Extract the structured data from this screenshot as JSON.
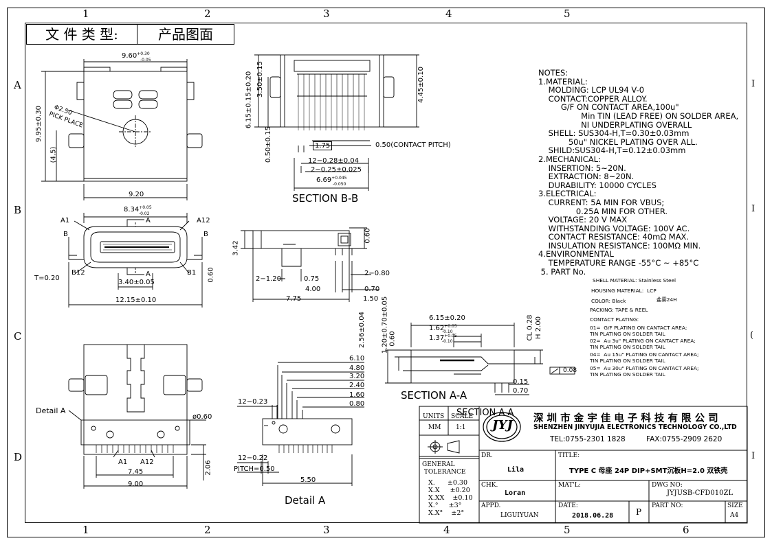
{
  "doc_type": {
    "label": "文 件 类 型:",
    "value": "产品图面"
  },
  "grid": {
    "cols": [
      "1",
      "2",
      "3",
      "4",
      "5",
      "6"
    ],
    "rows": [
      "A",
      "B",
      "C",
      "D"
    ]
  },
  "sections": {
    "bb": "SECTION B-B",
    "aa": "SECTION A-A",
    "detail": "Detail A",
    "detail_label": "Detail A",
    "overlap": "SECTION A-A"
  },
  "dims": {
    "top_w": "9.60",
    "top_w_tol1": "+0.30",
    "top_w_tol2": "-0.05",
    "pick_hole": "Φ2.50",
    "pick_place": "PICK PLACE",
    "height_995": "9.95±0.30",
    "h45": "(4.5)",
    "w920": "9.20",
    "w834": "8.34",
    "w834_tol1": "+0.05",
    "w834_tol2": "-0.02",
    "a1": "A1",
    "a12": "A12",
    "b12": "B12",
    "b1": "B1",
    "a_mark": "A",
    "b_mark": "B",
    "t020": "T=0.20",
    "w340": "3.40±0.05",
    "h060": "0.60",
    "w1215": "12.15±0.10",
    "bb_615": "6.15±0.15±0.20",
    "bb_350": "3.50±0.15",
    "bb_050": "0.50±0.15",
    "bb_445": "4.45±0.10",
    "bb_175": "1.75",
    "bb_pitch": "0.50(CONTACT PITCH)",
    "bb_12": "12−0.28±0.04",
    "bb_2": "2−0.25±0.025",
    "bb_669": "6.69",
    "bb_669_t1": "+0.045",
    "bb_669_t2": "-0.050",
    "sv_342": "3.42",
    "sv_060": "0.60",
    "sv_2120": "2−1.20",
    "sv_075": "0.75",
    "sv_2080": "2−0.80",
    "sv_400": "4.00",
    "sv_070": "0.70",
    "sv_775": "7.75",
    "sv_150": "1.50",
    "aa_615": "6.15±0.20",
    "aa_162": "1.62",
    "aa_162_t1": "+0.05",
    "aa_162_t2": "-0.10",
    "aa_137": "1.37",
    "aa_137_t1": "+0.05",
    "aa_137_t2": "-0.10",
    "aa_256": "2.56±0.04",
    "aa_120": "1.20±0.70±0.05",
    "aa_060": "0.60",
    "aa_cl": "CL 0.28",
    "aa_h": "H 2.00",
    "aa_008": "0.08",
    "aa_015": "0.15",
    "aa_070": "0.70",
    "da_610": "6.10",
    "da_480": "4.80",
    "da_320": "3.20",
    "da_240": "2.40",
    "da_160": "1.60",
    "da_080": "0.80",
    "da_12023": "12−0.23",
    "da_12022": "12−0.22",
    "da_pitch": "PITCH=0.50",
    "da_550": "5.50",
    "bv_phi": "ø0.60",
    "bv_a1": "A1",
    "bv_a12": "A12",
    "bv_745": "7.45",
    "bv_900": "9.00",
    "bv_206": "2.06"
  },
  "notes": [
    "NOTES:",
    "1.MATERIAL:",
    "    MOLDING: LCP UL94 V-0",
    "    CONTACT:COPPER ALLOY.",
    "         G/F ON CONTACT AREA,100u\"",
    "                 Min TIN (LEAD FREE) ON SOLDER AREA,",
    "                 NI UNDERPLATING OVERALL",
    "    SHELL: SUS304-H,T=0.30±0.03mm",
    "            50u\" NICKEL PLATING OVER ALL.",
    "    SHILD:SUS304-H,T=0.12±0.03mm",
    "2.MECHANICAL:",
    "    INSERTION: 5~20N.",
    "    EXTRACTION: 8~20N.",
    "    DURABILITY: 10000 CYCLES",
    "3.ELECTRICAL:",
    "    CURRENT: 5A MIN FOR VBUS;",
    "               0.25A MIN FOR OTHER.",
    "    VOLTAGE: 20 V MAX",
    "    WITHSTANDING VOLTAGE: 100V AC.",
    "    CONTACT RESISTANCE: 40mΩ MAX.",
    "    INSULATION RESISTANCE: 100MΩ MIN.",
    "4.ENVIRONMENTAL",
    "    TEMPERATURE RANGE -55°C ~ +85°C",
    " 5. PART No."
  ],
  "part_notes": {
    "shell": "SHELL MATERIAL: Stainless Steel",
    "housing": "HOUSING MATERIAL:  LCP",
    "color": "COLOR: Black",
    "color_code": "盐雾24H",
    "packing": "PACKING: TAPE & REEL",
    "plating": "CONTACT PLATING:",
    "p01": "01=  G/F PLATING ON CANTACT AREA;\nTIN PLATING ON SOLDER TAIL",
    "p02": "02=  Au 3u\" PLATING ON CANTACT AREA;\nTIN PLATING ON SOLDER TAIL",
    "p04": "04=  Au 15u\" PLATING ON CANTACT AREA;\nTIN PLATING ON SOLDER TAIL",
    "p05": "05=  Au 30u\" PLATING ON CANTACT AREA;\nTIN PLATING ON SOLDER TAIL"
  },
  "title_block": {
    "units_label": "UNITS",
    "units": "MM",
    "scale_label": "SCALE",
    "scale": "1:1",
    "company_cn": "深 圳 市 金 宇 佳 电 子 科 技 有 限 公 司",
    "company_en": "SHENZHEN JINYUJIA ELECTRONICS TECHNOLOGY CO.,LTD",
    "tel": "TEL:0755-2301 1828",
    "fax": "FAX:0755-2909 2620",
    "logo": "JYJ",
    "dr_label": "DR.",
    "dr": "Lila",
    "title_label": "TITLE:",
    "title": "TYPE C 母座 24P DIP+SMT沉板H=2.0 双铁壳",
    "gen_tol": "GENERAL\n TOLERANCE",
    "tol": [
      "X.      ±0.30",
      "X.X     ±0.20",
      "X.XX    ±0.10",
      "X.°     ±3°",
      "X.X°    ±2°"
    ],
    "chk_label": "CHK.",
    "chk": "Loran",
    "matl_label": "MAT'L:",
    "dwg_label": "DWG NO:",
    "dwg": "JYJUSB-CFD010ZL",
    "appd_label": "APPD.",
    "appd": "LIGUIYUAN",
    "date_label": "DATE:",
    "date": "2018.06.28",
    "p_label": "P",
    "part_label": "PART NO:",
    "size_label": "SIZE",
    "size": "A4"
  }
}
